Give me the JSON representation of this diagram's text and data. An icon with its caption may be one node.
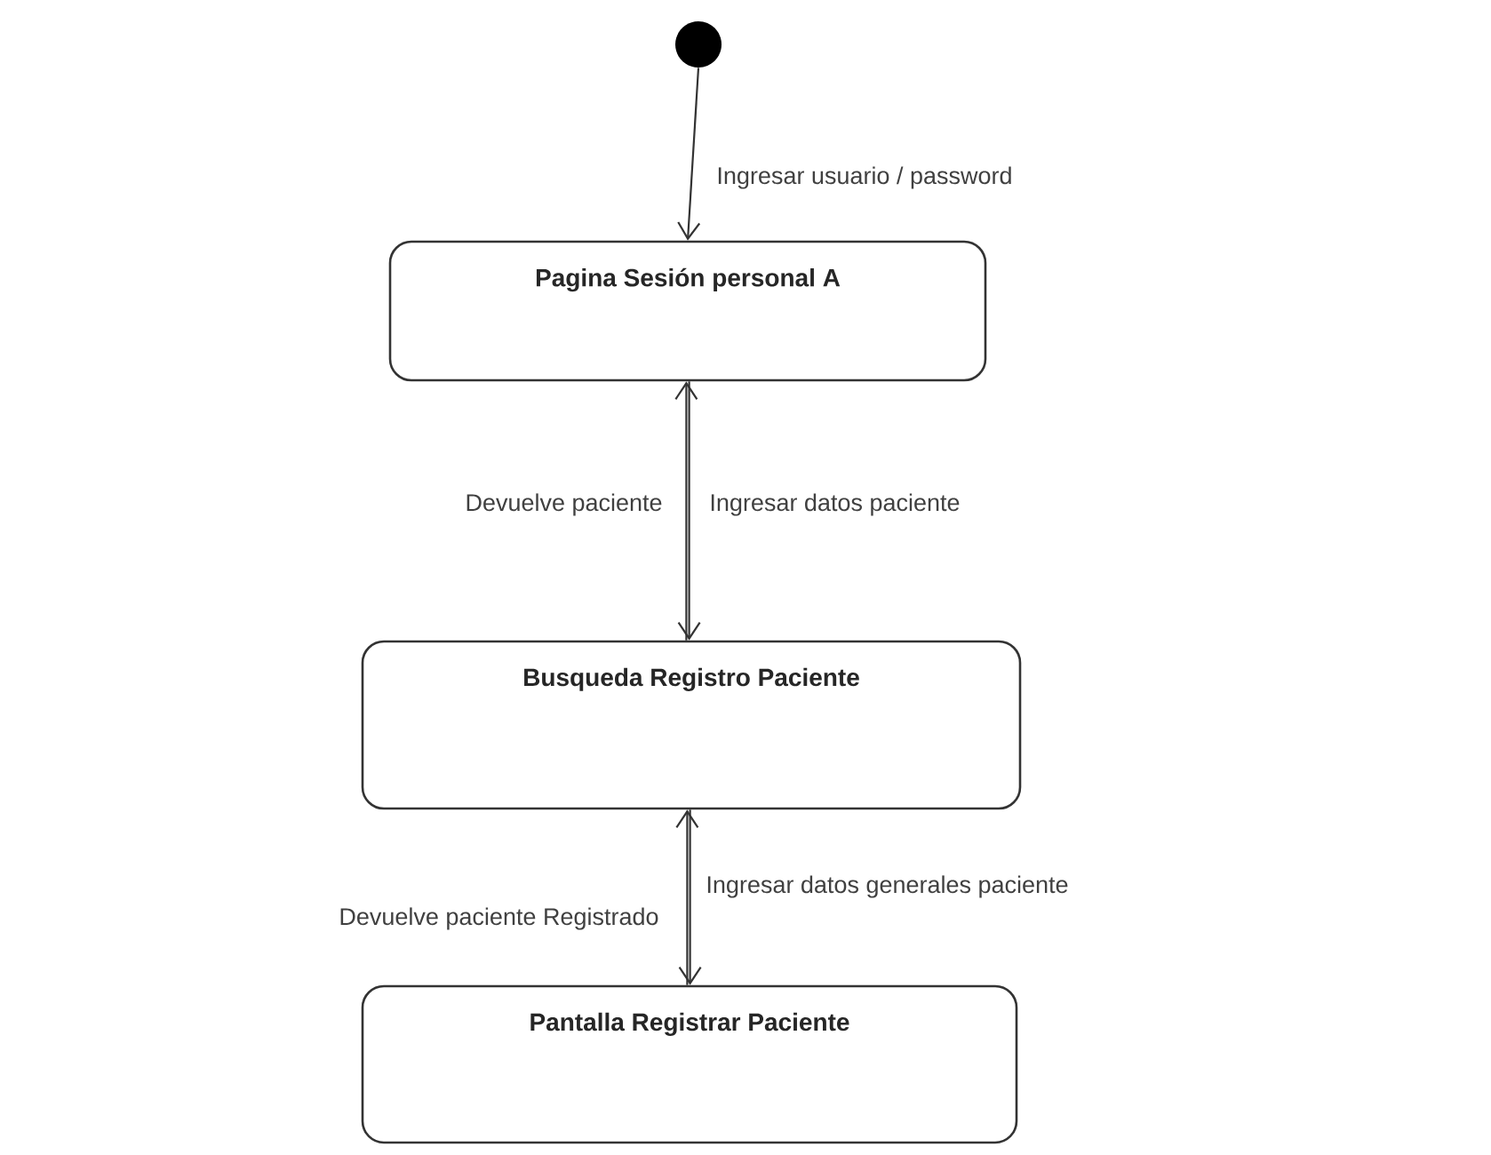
{
  "diagram": {
    "nodes": [
      {
        "text": [],
        "shape": "circle"
      },
      {
        "text": [
          "Pagina Sesión personal A"
        ]
      },
      {
        "text": [
          "Busqueda Registro Paciente"
        ]
      },
      {
        "text": [
          "Pantalla Registrar Paciente"
        ]
      }
    ],
    "edges": [
      {
        "from": 0,
        "to": 1,
        "arrow": "to",
        "label": "Ingresar usuario / password"
      },
      {
        "from": 1,
        "to": 2,
        "arrow": "to",
        "label": "Ingresar datos paciente"
      },
      {
        "from": 2,
        "to": 1,
        "arrow": "to",
        "label": "Devuelve paciente"
      },
      {
        "from": 2,
        "to": 3,
        "arrow": "to",
        "label": "Ingresar datos generales paciente"
      },
      {
        "from": 3,
        "to": 2,
        "arrow": "to",
        "label": "Devuelve paciente Registrado"
      }
    ]
  }
}
